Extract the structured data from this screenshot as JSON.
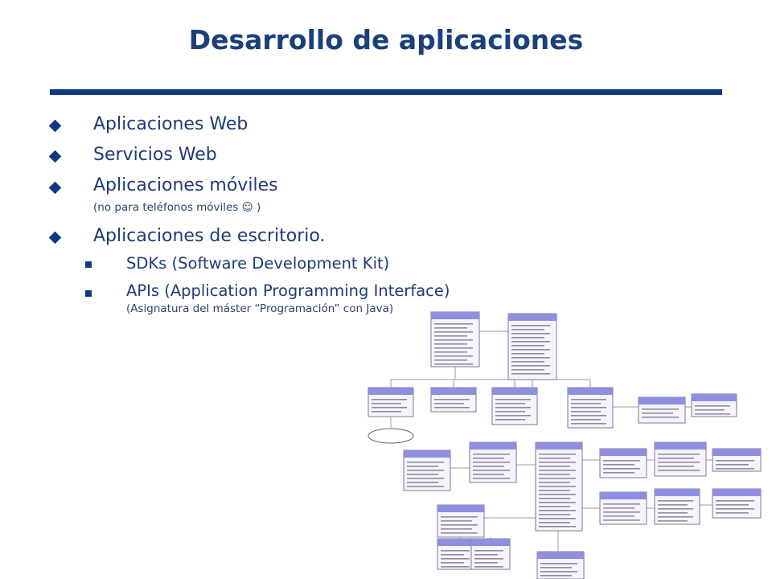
{
  "slide": {
    "title": "Desarrollo de aplicaciones",
    "bullets": [
      {
        "text": "Aplicaciones Web",
        "sub": ""
      },
      {
        "text": "Servicios Web",
        "sub": ""
      },
      {
        "text": "Aplicaciones móviles",
        "sub": "(no para teléfonos móviles ☺ )"
      },
      {
        "text": "Aplicaciones de escritorio.",
        "sub": ""
      }
    ],
    "subbullets": [
      {
        "text": "SDKs (Software Development Kit)",
        "sub": ""
      },
      {
        "text": "APIs (Application Programming Interface)",
        "sub": "(Asignatura del máster “Programación” con Java)"
      }
    ]
  },
  "colors": {
    "title": "#1a3f7a",
    "rule": "#0d3a80",
    "text": "#1f3a78",
    "uml_header": "#8f8fe0",
    "uml_border": "#7a7a9a"
  },
  "diagram": {
    "kind": "uml-class-diagram-thumbnail"
  }
}
